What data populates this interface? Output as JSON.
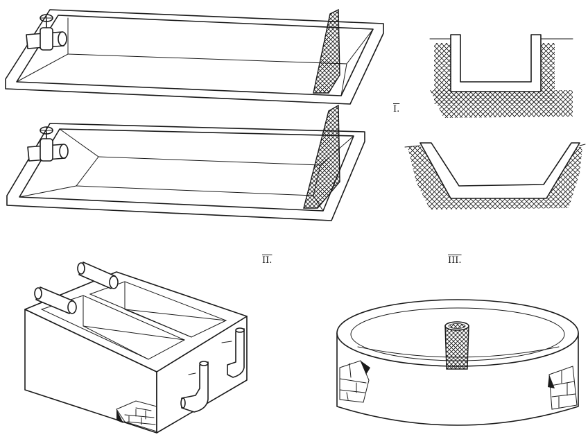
{
  "figure": {
    "labels": {
      "fig1": "I.",
      "fig2": "II.",
      "fig3": "III."
    },
    "colors": {
      "ink": "#1a1a1a",
      "paper": "#ffffff"
    },
    "icons": [
      "valve-icon",
      "pipe-icon",
      "net-screen-icon",
      "brick-wall-icon"
    ]
  }
}
